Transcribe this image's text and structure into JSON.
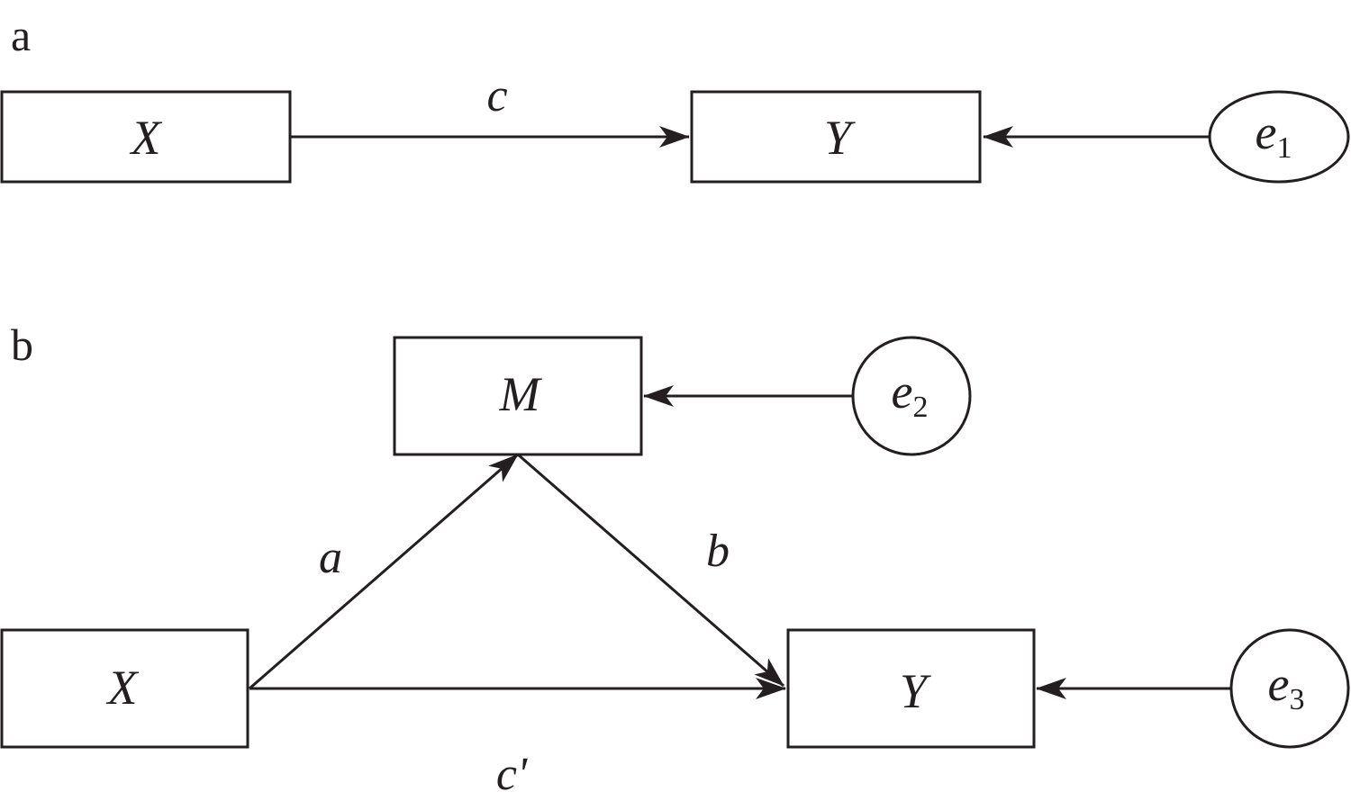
{
  "panel_a": {
    "label": "a",
    "nodes": {
      "x": "X",
      "y": "Y"
    },
    "error": {
      "symbol": "e",
      "subscript": "1"
    },
    "paths": {
      "c": "c"
    }
  },
  "panel_b": {
    "label": "b",
    "nodes": {
      "m": "M",
      "x": "X",
      "y": "Y"
    },
    "errors": [
      {
        "symbol": "e",
        "subscript": "2"
      },
      {
        "symbol": "e",
        "subscript": "3"
      }
    ],
    "paths": {
      "a": "a",
      "b": "b",
      "c_prime": "c'"
    }
  },
  "colors": {
    "ink": "#231f20",
    "background": "#ffffff"
  }
}
